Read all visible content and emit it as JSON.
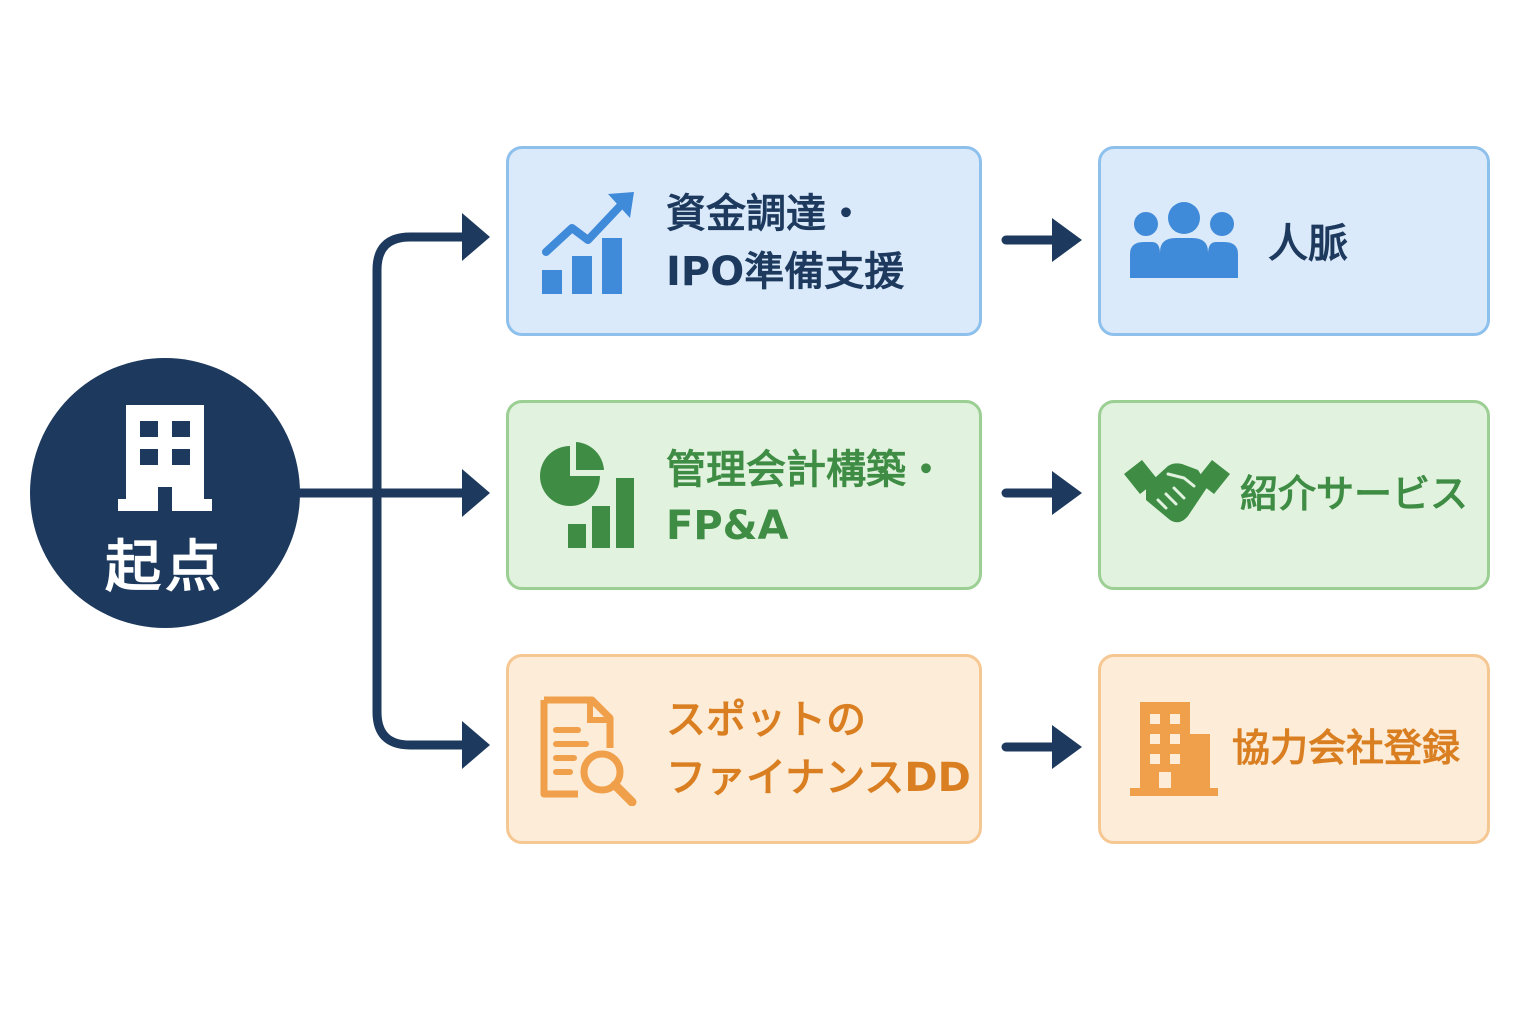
{
  "origin": {
    "label": "起点",
    "icon": "building-icon"
  },
  "rows": [
    {
      "service": {
        "line1": "資金調達・",
        "line2": "IPO準備支援",
        "icon": "growth-chart-icon"
      },
      "outcome": {
        "label": "人脈",
        "icon": "people-icon"
      },
      "color": "#3f8ad9"
    },
    {
      "service": {
        "line1": "管理会計構築・",
        "line2": "FP&A",
        "icon": "pie-bar-chart-icon"
      },
      "outcome": {
        "label": "紹介サービス",
        "icon": "handshake-icon"
      },
      "color": "#3f8d45"
    },
    {
      "service": {
        "line1": "スポットの",
        "line2": "ファイナンスDD",
        "icon": "document-search-icon"
      },
      "outcome": {
        "label": "協力会社登録",
        "icon": "office-building-icon"
      },
      "color": "#f0a04b"
    }
  ],
  "colors": {
    "navy": "#1d3a5e",
    "blue": "#3f8ad9",
    "green": "#3f8d45",
    "orange": "#f0a04b"
  }
}
